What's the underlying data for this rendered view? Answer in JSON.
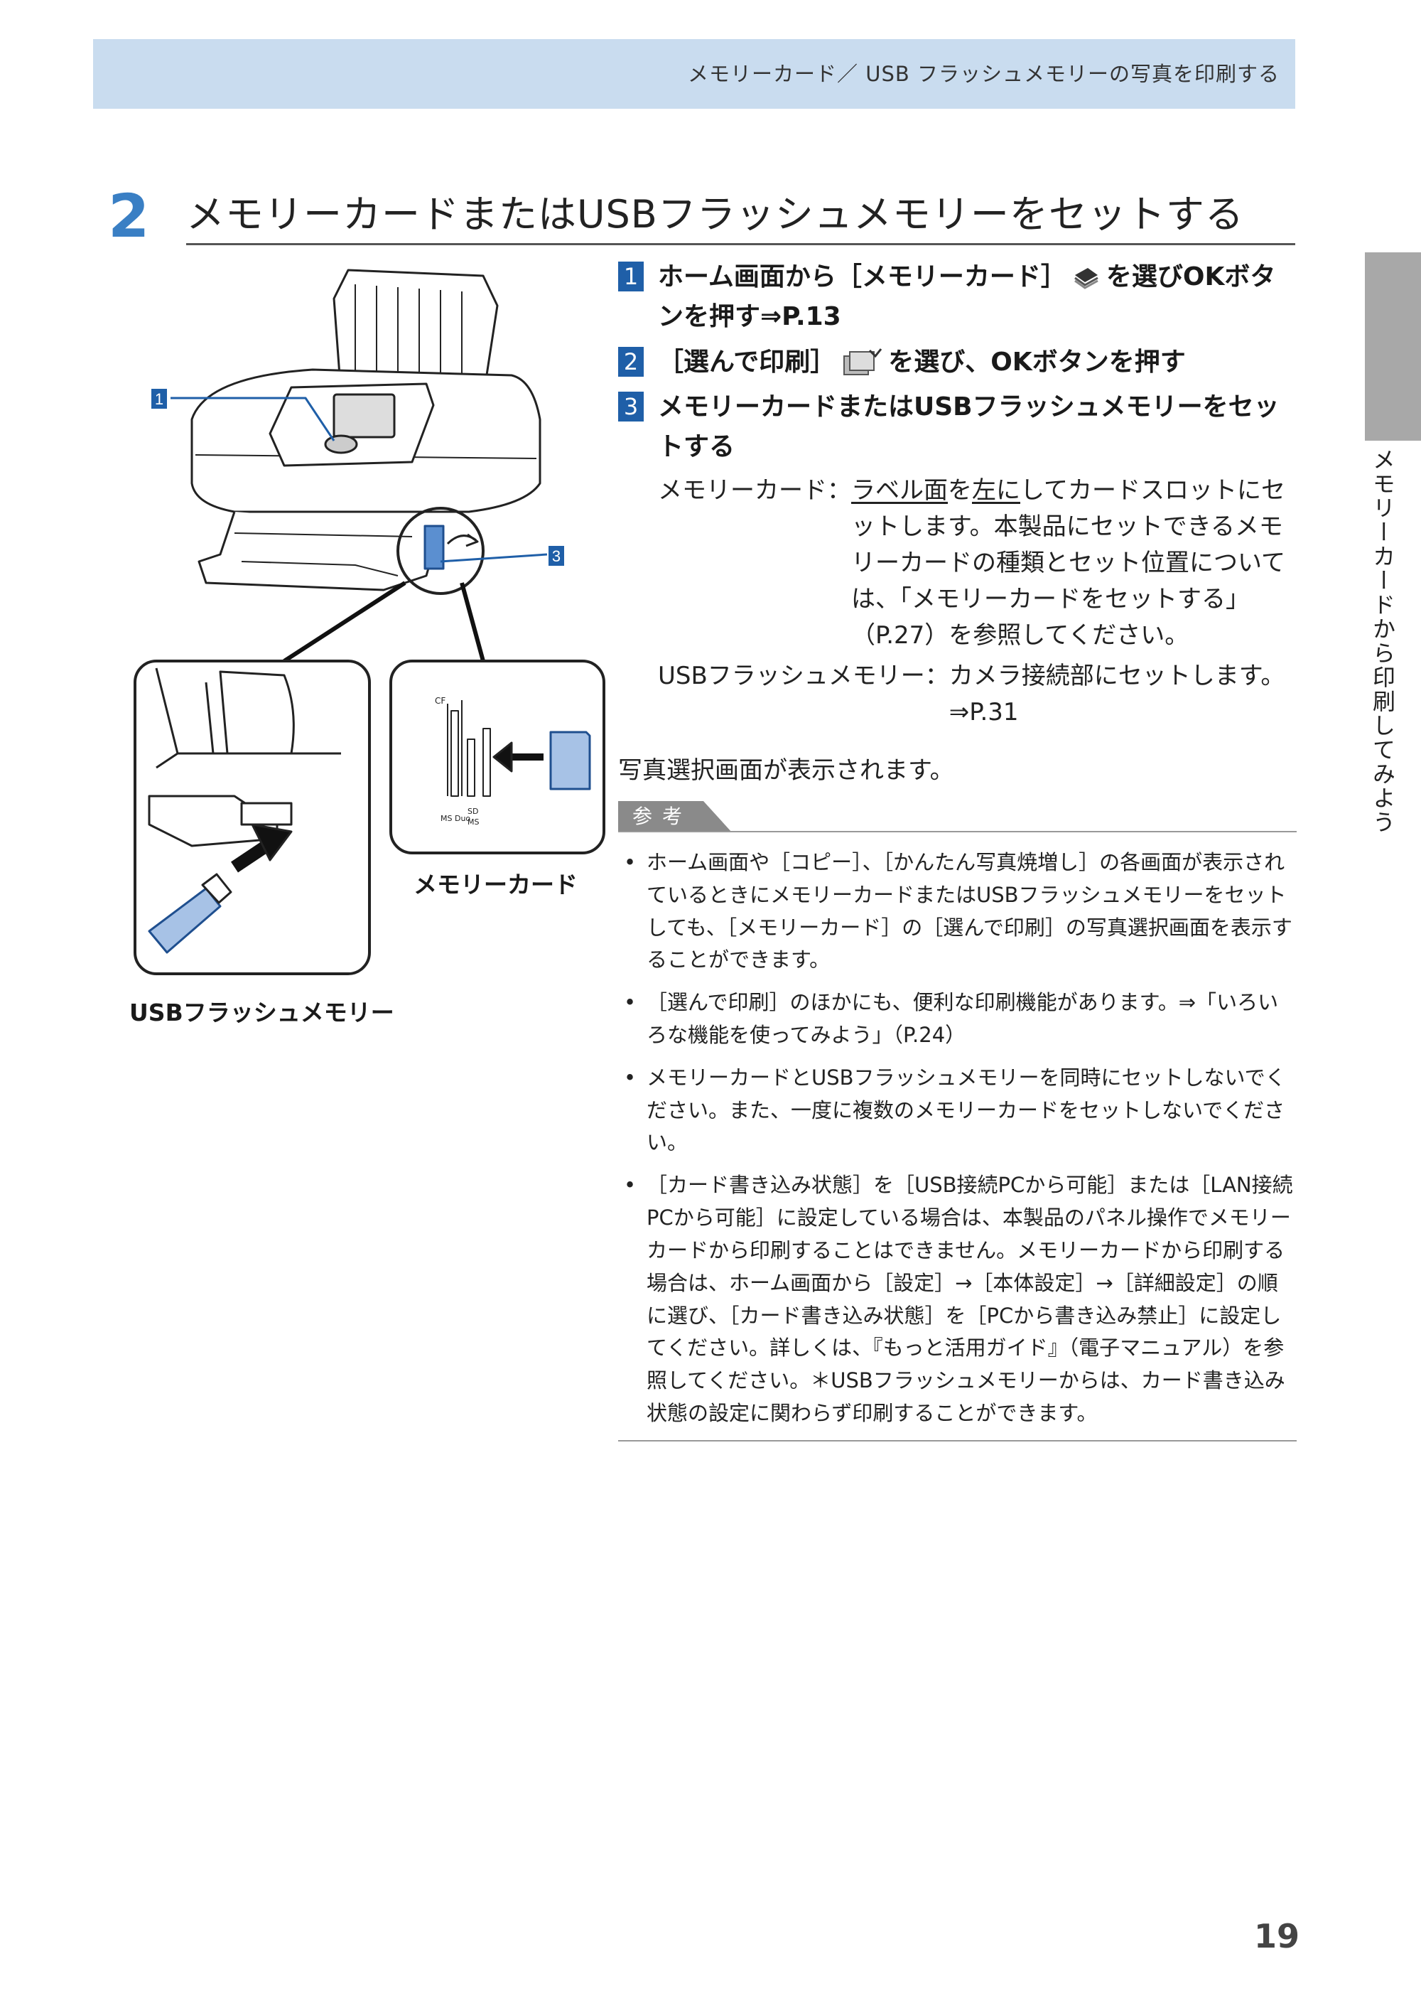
{
  "header": {
    "breadcrumb": "メモリーカード／ USB フラッシュメモリーの写真を印刷する"
  },
  "section": {
    "number": "2",
    "title": "メモリーカードまたはUSBフラッシュメモリーをセットする"
  },
  "side_tab": {
    "label": "メモリーカードから印刷してみよう"
  },
  "illustration": {
    "callouts": [
      "1",
      "3"
    ],
    "card_slot_labels": [
      "CF",
      "MS Duo",
      "SD",
      "MS"
    ],
    "label_memory_card": "メモリーカード",
    "label_usb": "USBフラッシュメモリー"
  },
  "steps": [
    {
      "badge": "1",
      "text_before": "ホーム画面から［メモリーカード］",
      "text_after": "を選びOKボタンを押す⇒P.13",
      "icon": "memory-card-icon"
    },
    {
      "badge": "2",
      "text_before": "［選んで印刷］",
      "text_after": "を選び、OKボタンを押す",
      "icon": "select-print-icon"
    },
    {
      "badge": "3",
      "text_before": "メモリーカードまたはUSBフラッシュメモリーをセットする",
      "text_after": "",
      "icon": ""
    }
  ],
  "details": {
    "memory_card_label": "メモリーカード：",
    "memory_card_underlined_1": "ラベル面",
    "memory_card_mid": "を",
    "memory_card_underlined_2": "左に",
    "memory_card_rest": "してカードスロットにセットします。本製品にセットできるメモリーカードの種類とセット位置については、「メモリーカードをセットする」（P.27）を参照してください。",
    "usb_label": "USBフラッシュメモリー：",
    "usb_text": "カメラ接続部にセットします。",
    "usb_ref": "⇒P.31"
  },
  "result": "写真選択画面が表示されます。",
  "reference": {
    "tag": "参考",
    "items": [
      "ホーム画面や［コピー］、［かんたん写真焼増し］の各画面が表示されているときにメモリーカードまたはUSBフラッシュメモリーをセットしても、［メモリーカード］の［選んで印刷］の写真選択画面を表示することができます。",
      "［選んで印刷］のほかにも、便利な印刷機能があります。⇒「いろいろな機能を使ってみよう」（P.24）",
      "メモリーカードとUSBフラッシュメモリーを同時にセットしないでください。また、一度に複数のメモリーカードをセットしないでください。",
      "［カード書き込み状態］を［USB接続PCから可能］または［LAN接続PCから可能］に設定している場合は、本製品のパネル操作でメモリーカードから印刷することはできません。メモリーカードから印刷する場合は、ホーム画面から［設定］→［本体設定］→［詳細設定］の順に選び、［カード書き込み状態］を［PCから書き込み禁止］に設定してください。詳しくは、『もっと活用ガイド』（電子マニュアル）を参照してください。＊USBフラッシュメモリーからは、カード書き込み状態の設定に関わらず印刷することができます。"
    ]
  },
  "page_number": "19",
  "colors": {
    "header_band": "#c9dcef",
    "step_number": "#3a7fc4",
    "step_badge": "#1f5fa8",
    "side_tab": "#a8a8a8"
  }
}
